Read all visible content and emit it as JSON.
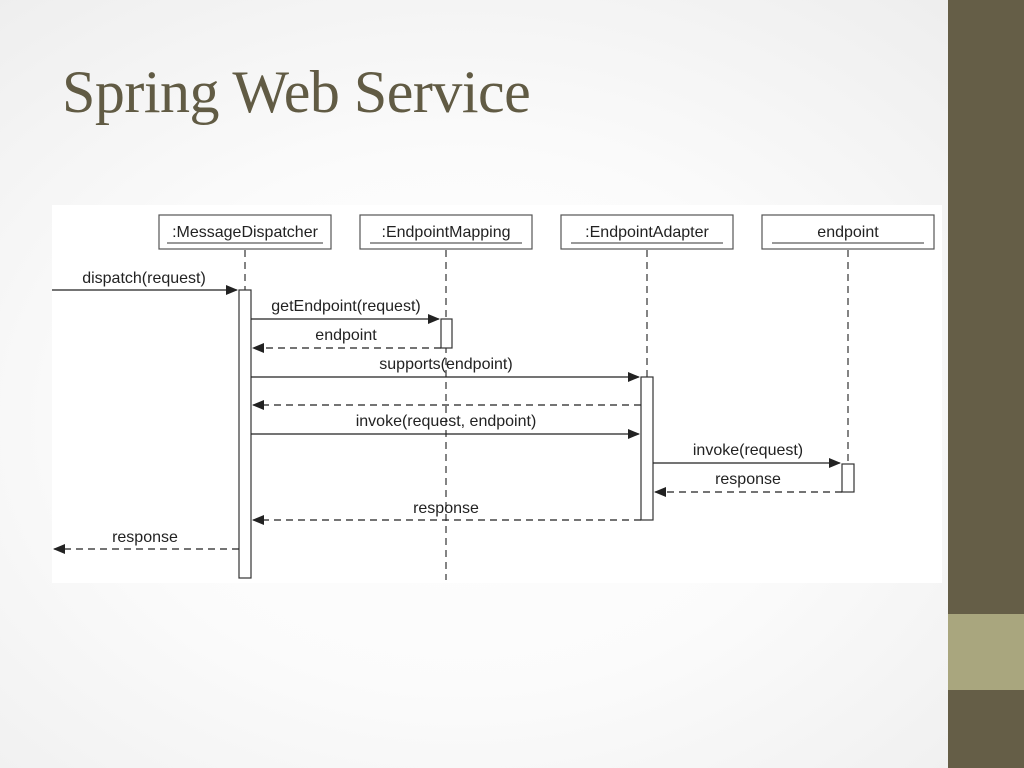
{
  "slide": {
    "title": "Spring Web Service"
  },
  "objects": [
    {
      "label": ":MessageDispatcher"
    },
    {
      "label": ":EndpointMapping"
    },
    {
      "label": ":EndpointAdapter"
    },
    {
      "label": "endpoint"
    }
  ],
  "messages": [
    {
      "label": "dispatch(request)",
      "type": "call"
    },
    {
      "label": "getEndpoint(request)",
      "type": "call"
    },
    {
      "label": "endpoint",
      "type": "return"
    },
    {
      "label": "supports(endpoint)",
      "type": "call"
    },
    {
      "label": "",
      "type": "return"
    },
    {
      "label": "invoke(request, endpoint)",
      "type": "call"
    },
    {
      "label": "invoke(request)",
      "type": "call"
    },
    {
      "label": "response",
      "type": "return"
    },
    {
      "label": "response",
      "type": "return"
    },
    {
      "label": "response",
      "type": "return"
    }
  ],
  "colors": {
    "title": "#615b44",
    "sidebar": "#655e47",
    "accent": "#a9a67e"
  }
}
